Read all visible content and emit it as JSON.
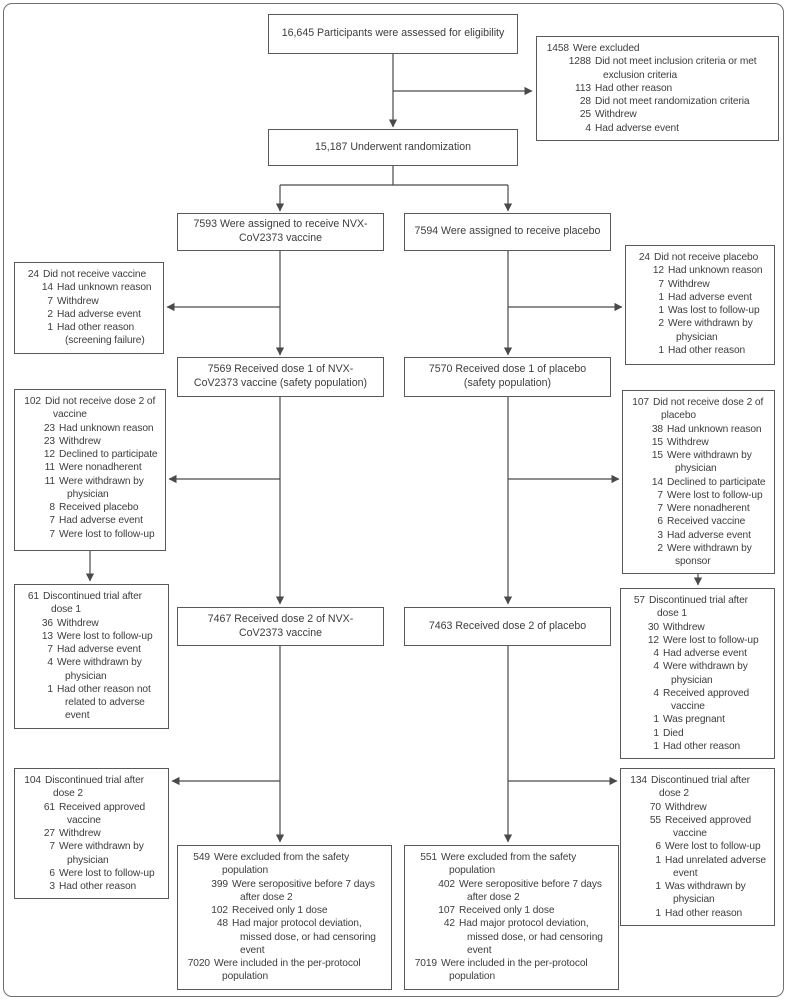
{
  "colors": {
    "background": "#ffffff",
    "box_border": "#58595b",
    "text": "#3d3d3d",
    "arrow": "#4a4a4a"
  },
  "center_boxes": {
    "assessed": "16,645 Participants were assessed for eligibility",
    "randomized": "15,187 Underwent randomization",
    "assigned_vaccine": "7593 Were assigned to receive NVX-CoV2373 vaccine",
    "assigned_placebo": "7594 Were assigned to receive placebo",
    "dose1_vaccine": "7569 Received dose 1 of NVX-CoV2373 vaccine (safety population)",
    "dose1_placebo": "7570 Received dose 1 of placebo (safety population)",
    "dose2_vaccine": "7467 Received dose 2 of NVX-CoV2373 vaccine",
    "dose2_placebo": "7463 Received dose 2 of placebo"
  },
  "list_boxes": {
    "excluded": {
      "rows": [
        {
          "num": "1458",
          "text": "Were excluded",
          "lvl": 0
        },
        {
          "num": "1288",
          "text": "Did not meet inclusion criteria or met exclusion criteria",
          "lvl": 1
        },
        {
          "num": "113",
          "text": "Had other reason",
          "lvl": 1
        },
        {
          "num": "28",
          "text": "Did not meet randomization criteria",
          "lvl": 1
        },
        {
          "num": "25",
          "text": "Withdrew",
          "lvl": 1
        },
        {
          "num": "4",
          "text": "Had adverse event",
          "lvl": 1
        }
      ]
    },
    "not_receive_vaccine": {
      "rows": [
        {
          "num": "24",
          "text": "Did not receive vaccine",
          "lvl": 0
        },
        {
          "num": "14",
          "text": "Had unknown reason",
          "lvl": 1
        },
        {
          "num": "7",
          "text": "Withdrew",
          "lvl": 1
        },
        {
          "num": "2",
          "text": "Had adverse event",
          "lvl": 1
        },
        {
          "num": "1",
          "text": "Had other reason (screening failure)",
          "lvl": 1
        }
      ]
    },
    "not_receive_placebo": {
      "rows": [
        {
          "num": "24",
          "text": "Did not receive placebo",
          "lvl": 0
        },
        {
          "num": "12",
          "text": "Had unknown reason",
          "lvl": 1
        },
        {
          "num": "7",
          "text": "Withdrew",
          "lvl": 1
        },
        {
          "num": "1",
          "text": "Had adverse event",
          "lvl": 1
        },
        {
          "num": "1",
          "text": "Was lost to follow-up",
          "lvl": 1
        },
        {
          "num": "2",
          "text": "Were withdrawn by physician",
          "lvl": 1
        },
        {
          "num": "1",
          "text": "Had other reason",
          "lvl": 1
        }
      ]
    },
    "not_dose2_vaccine": {
      "rows": [
        {
          "num": "102",
          "text": "Did not receive dose 2 of vaccine",
          "lvl": 0
        },
        {
          "num": "23",
          "text": "Had unknown reason",
          "lvl": 1
        },
        {
          "num": "23",
          "text": "Withdrew",
          "lvl": 1
        },
        {
          "num": "12",
          "text": "Declined to participate",
          "lvl": 1
        },
        {
          "num": "11",
          "text": "Were nonadherent",
          "lvl": 1
        },
        {
          "num": "11",
          "text": "Were withdrawn by physician",
          "lvl": 1
        },
        {
          "num": "8",
          "text": "Received placebo",
          "lvl": 1
        },
        {
          "num": "7",
          "text": "Had adverse event",
          "lvl": 1
        },
        {
          "num": "7",
          "text": "Were lost to follow-up",
          "lvl": 1
        }
      ]
    },
    "not_dose2_placebo": {
      "rows": [
        {
          "num": "107",
          "text": "Did not receive dose 2 of placebo",
          "lvl": 0
        },
        {
          "num": "38",
          "text": "Had unknown reason",
          "lvl": 1
        },
        {
          "num": "15",
          "text": "Withdrew",
          "lvl": 1
        },
        {
          "num": "15",
          "text": "Were withdrawn by physician",
          "lvl": 1
        },
        {
          "num": "14",
          "text": "Declined to participate",
          "lvl": 1
        },
        {
          "num": "7",
          "text": "Were lost to follow-up",
          "lvl": 1
        },
        {
          "num": "7",
          "text": "Were nonadherent",
          "lvl": 1
        },
        {
          "num": "6",
          "text": "Received vaccine",
          "lvl": 1
        },
        {
          "num": "3",
          "text": "Had adverse event",
          "lvl": 1
        },
        {
          "num": "2",
          "text": "Were withdrawn by sponsor",
          "lvl": 1
        }
      ]
    },
    "disc1_vaccine": {
      "rows": [
        {
          "num": "61",
          "text": "Discontinued trial after dose 1",
          "lvl": 0
        },
        {
          "num": "36",
          "text": "Withdrew",
          "lvl": 1
        },
        {
          "num": "13",
          "text": "Were lost to follow-up",
          "lvl": 1
        },
        {
          "num": "7",
          "text": "Had adverse event",
          "lvl": 1
        },
        {
          "num": "4",
          "text": "Were withdrawn by physician",
          "lvl": 1
        },
        {
          "num": "1",
          "text": "Had other reason not related to adverse event",
          "lvl": 1
        }
      ]
    },
    "disc1_placebo": {
      "rows": [
        {
          "num": "57",
          "text": "Discontinued trial after dose 1",
          "lvl": 0
        },
        {
          "num": "30",
          "text": "Withdrew",
          "lvl": 1
        },
        {
          "num": "12",
          "text": "Were lost to follow-up",
          "lvl": 1
        },
        {
          "num": "4",
          "text": "Had adverse event",
          "lvl": 1
        },
        {
          "num": "4",
          "text": "Were withdrawn by physician",
          "lvl": 1
        },
        {
          "num": "4",
          "text": "Received approved vaccine",
          "lvl": 1
        },
        {
          "num": "1",
          "text": "Was pregnant",
          "lvl": 1
        },
        {
          "num": "1",
          "text": "Died",
          "lvl": 1
        },
        {
          "num": "1",
          "text": "Had other reason",
          "lvl": 1
        }
      ]
    },
    "disc2_vaccine": {
      "rows": [
        {
          "num": "104",
          "text": "Discontinued trial after dose 2",
          "lvl": 0
        },
        {
          "num": "61",
          "text": "Received approved vaccine",
          "lvl": 1
        },
        {
          "num": "27",
          "text": "Withdrew",
          "lvl": 1
        },
        {
          "num": "7",
          "text": "Were withdrawn by physician",
          "lvl": 1
        },
        {
          "num": "6",
          "text": "Were lost to follow-up",
          "lvl": 1
        },
        {
          "num": "3",
          "text": "Had other reason",
          "lvl": 1
        }
      ]
    },
    "disc2_placebo": {
      "rows": [
        {
          "num": "134",
          "text": "Discontinued trial after dose 2",
          "lvl": 0
        },
        {
          "num": "70",
          "text": "Withdrew",
          "lvl": 1
        },
        {
          "num": "55",
          "text": "Received approved vaccine",
          "lvl": 1
        },
        {
          "num": "6",
          "text": "Were lost to follow-up",
          "lvl": 1
        },
        {
          "num": "1",
          "text": "Had unrelated adverse event",
          "lvl": 1
        },
        {
          "num": "1",
          "text": "Was withdrawn by physician",
          "lvl": 1
        },
        {
          "num": "1",
          "text": "Had other reason",
          "lvl": 1
        }
      ]
    },
    "excluded_safety_vaccine": {
      "rows": [
        {
          "num": "549",
          "text": "Were excluded from the safety population",
          "lvl": 0
        },
        {
          "num": "399",
          "text": "Were seropositive before 7 days after dose 2",
          "lvl": 1
        },
        {
          "num": "102",
          "text": "Received only 1 dose",
          "lvl": 1
        },
        {
          "num": "48",
          "text": "Had major protocol deviation, missed dose, or had censoring event",
          "lvl": 1
        },
        {
          "num": "7020",
          "text": "Were included in the per-protocol population",
          "lvl": 0
        }
      ]
    },
    "excluded_safety_placebo": {
      "rows": [
        {
          "num": "551",
          "text": "Were excluded from the safety population",
          "lvl": 0
        },
        {
          "num": "402",
          "text": "Were seropositive before 7 days after dose 2",
          "lvl": 1
        },
        {
          "num": "107",
          "text": "Received only 1 dose",
          "lvl": 1
        },
        {
          "num": "42",
          "text": "Had major protocol deviation, missed dose, or had censoring event",
          "lvl": 1
        },
        {
          "num": "7019",
          "text": "Were included in the per-protocol population",
          "lvl": 0
        }
      ]
    }
  }
}
